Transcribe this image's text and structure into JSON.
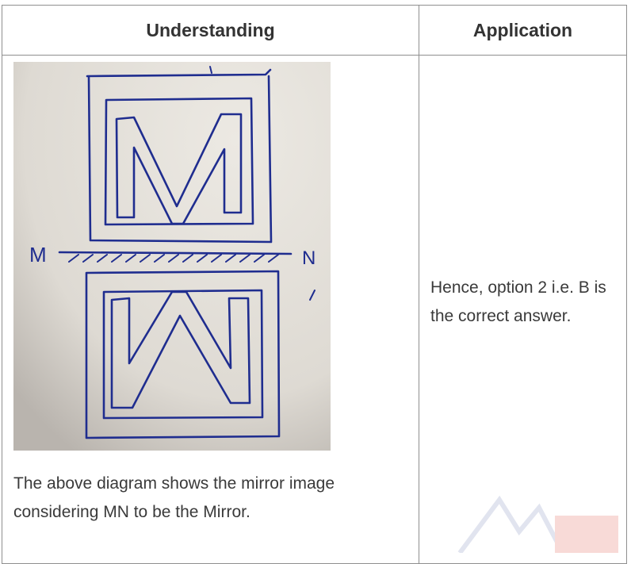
{
  "table": {
    "headers": [
      "Understanding",
      "Application"
    ],
    "understanding": {
      "figure": {
        "mirror_line_left_label": "M",
        "mirror_line_right_label": "N",
        "ink_color": "#1f2d8f",
        "paper_color": "#e6e2dc"
      },
      "caption": "The above diagram shows the mirror image considering MN to be the Mirror."
    },
    "application": {
      "text": "Hence,  option 2 i.e. B is the correct answer."
    }
  },
  "watermark": {
    "color": "#d93a2a"
  }
}
